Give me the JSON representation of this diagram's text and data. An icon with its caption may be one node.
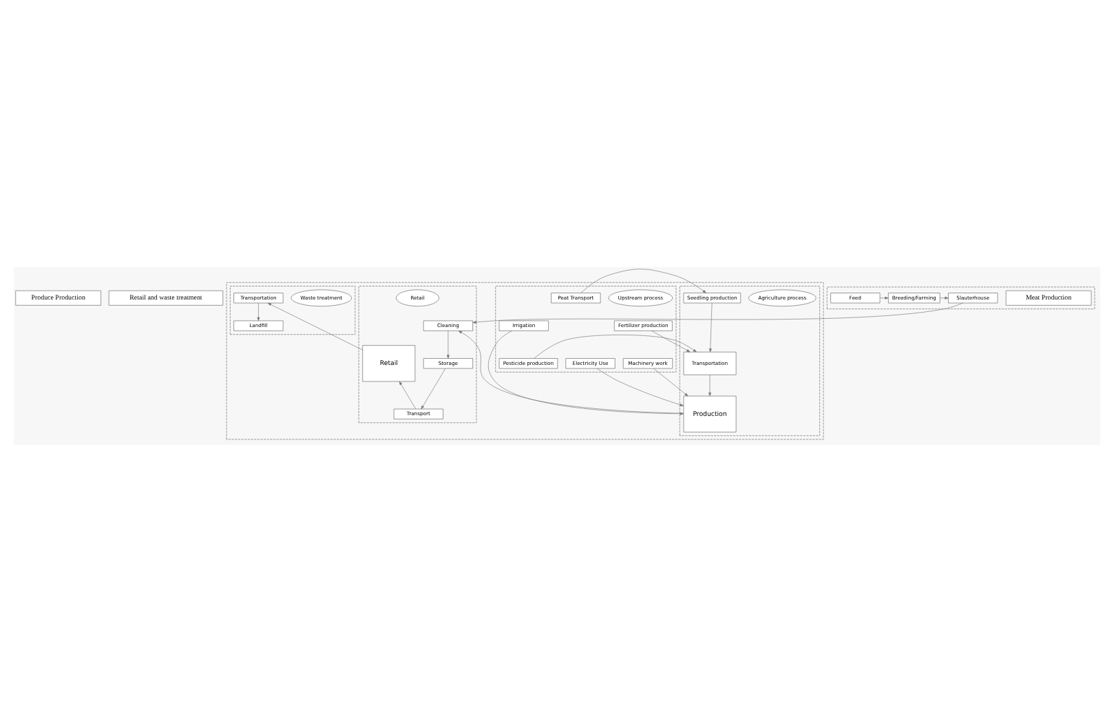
{
  "diagram": {
    "nodes": [
      {
        "text": [
          "Produce Production"
        ]
      },
      {
        "text": [
          "Retail and waste treatment"
        ]
      },
      {
        "text": [],
        "shape": "box"
      },
      {
        "text": [],
        "shape": "box",
        "in": 2
      },
      {
        "text": [
          "Upstream process"
        ],
        "in": 3
      },
      {
        "text": [
          "Peat Transport"
        ],
        "in": 3
      },
      {
        "text": [
          "Fertilizer production"
        ],
        "in": 3
      },
      {
        "text": [
          "Pesticide production"
        ],
        "in": 3
      },
      {
        "text": [
          "Machinery work"
        ],
        "in": 3
      },
      {
        "text": [
          "Electricity Use"
        ],
        "in": 3
      },
      {
        "text": [
          "Irrigation"
        ],
        "in": 3
      },
      {
        "text": [],
        "shape": "box",
        "in": 2
      },
      {
        "text": [
          "Agriculture process"
        ],
        "in": 11
      },
      {
        "text": [
          "Seedling production"
        ],
        "in": 11
      },
      {
        "text": [
          "Transportation"
        ],
        "in": 11
      },
      {
        "text": [
          "Production"
        ],
        "in": 11
      },
      {
        "text": [],
        "shape": "box",
        "in": 2
      },
      {
        "text": [
          "Retail"
        ],
        "in": 16
      },
      {
        "text": [
          "Retail"
        ],
        "in": 16
      },
      {
        "text": [
          "Transport"
        ],
        "in": 16
      },
      {
        "text": [
          "Storage"
        ],
        "in": 16
      },
      {
        "text": [
          "Cleaning"
        ],
        "in": 16
      },
      {
        "text": [],
        "shape": "box",
        "in": 2
      },
      {
        "text": [
          "Waste treatment"
        ],
        "in": 22
      },
      {
        "text": [
          "Transportation"
        ],
        "in": 22
      },
      {
        "text": [
          "Landfill"
        ],
        "in": 22
      },
      {
        "text": [],
        "shape": "box"
      },
      {
        "text": [
          "Meat Production"
        ],
        "in": 26
      },
      {
        "text": [
          "Feed"
        ],
        "in": 26
      },
      {
        "text": [
          "Breeding/Farming"
        ],
        "in": 26
      },
      {
        "text": [
          "Slauterhouse"
        ],
        "in": 26
      }
    ],
    "edges": [
      {
        "from": 5,
        "to": 13,
        "arrow": "to"
      },
      {
        "from": 13,
        "to": 14,
        "arrow": "to"
      },
      {
        "from": 6,
        "to": 14,
        "arrow": "to"
      },
      {
        "from": 7,
        "to": 14,
        "arrow": "to"
      },
      {
        "from": 14,
        "to": 15,
        "arrow": "to"
      },
      {
        "from": 8,
        "to": 15,
        "arrow": "to"
      },
      {
        "from": 9,
        "to": 15,
        "arrow": "to"
      },
      {
        "from": 10,
        "to": 15,
        "arrow": "to"
      },
      {
        "from": 15,
        "to": 21,
        "arrow": "to"
      },
      {
        "from": 21,
        "to": 20,
        "arrow": "to"
      },
      {
        "from": 20,
        "to": 19,
        "arrow": "to"
      },
      {
        "from": 19,
        "to": 18,
        "arrow": "to"
      },
      {
        "from": 18,
        "to": 24,
        "arrow": "to"
      },
      {
        "from": 24,
        "to": 25,
        "arrow": "to"
      },
      {
        "from": 28,
        "to": 29,
        "arrow": "to"
      },
      {
        "from": 29,
        "to": 30,
        "arrow": "to"
      },
      {
        "from": 30,
        "to": 21,
        "arrow": "to"
      }
    ]
  }
}
